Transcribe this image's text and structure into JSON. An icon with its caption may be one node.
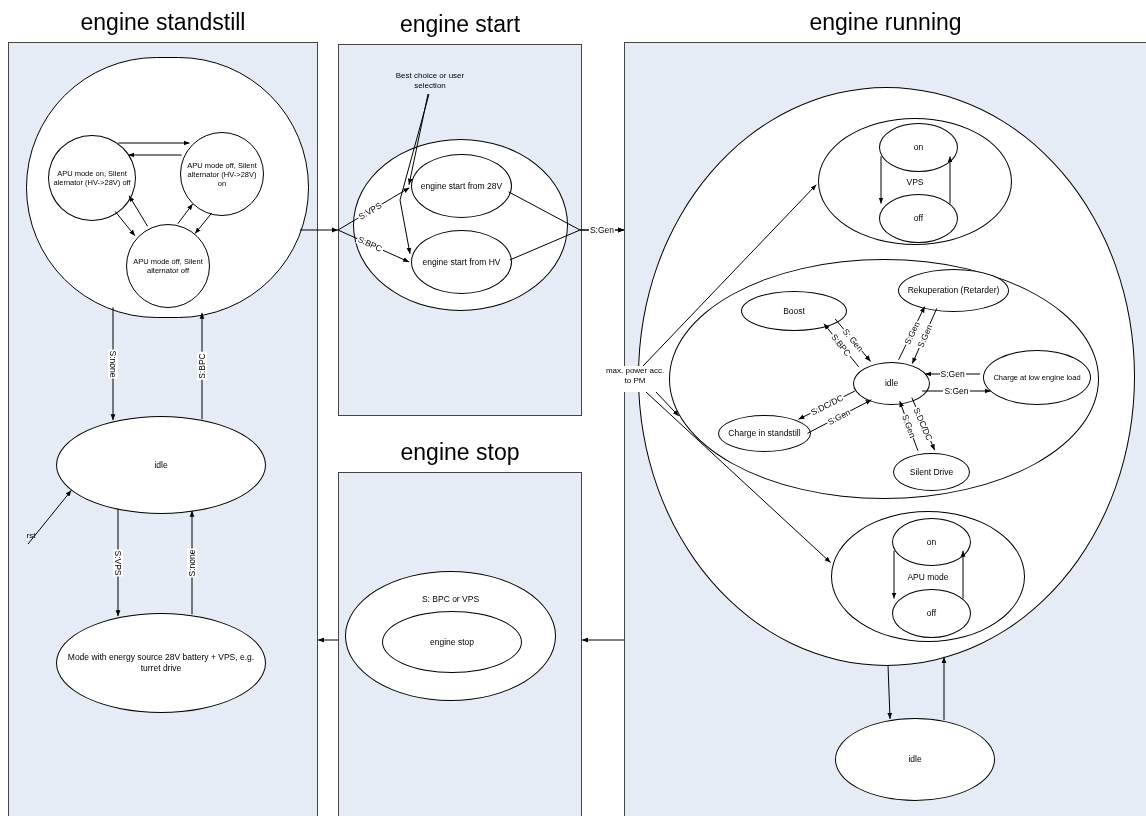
{
  "diagram": {
    "nodes": [
      {
        "text": [
          "engine standstill"
        ]
      },
      {
        "text": [],
        "shape": "circle",
        "in": 0
      },
      {
        "text": [
          "APU mode on, Silent alernator (HV->28V) off"
        ],
        "in": 1
      },
      {
        "text": [
          "APU mode off, Silent alternator (HV->28V) on"
        ],
        "in": 1
      },
      {
        "text": [
          "APU mode off, Silent alternator off"
        ],
        "in": 1
      },
      {
        "text": [
          "idle"
        ],
        "in": 0
      },
      {
        "text": [
          "Mode with energy source 28V battery + VPS, e.g. turret drive"
        ],
        "in": 0
      },
      {
        "text": [
          "rst"
        ],
        "in": 0
      },
      {
        "text": [
          "engine start"
        ]
      },
      {
        "text": [
          "Best choice or user selection"
        ],
        "in": 8
      },
      {
        "text": [],
        "shape": "ellipse",
        "in": 8
      },
      {
        "text": [
          "engine start from 28V"
        ],
        "in": 10
      },
      {
        "text": [
          "engine start from HV"
        ],
        "in": 10
      },
      {
        "text": [
          "engine stop"
        ]
      },
      {
        "text": [
          "S: BPC or VPS"
        ],
        "in": 13
      },
      {
        "text": [
          "engine stop"
        ],
        "in": 14
      },
      {
        "text": [
          "engine running"
        ]
      },
      {
        "text": [],
        "shape": "ellipse",
        "in": 16
      },
      {
        "text": [
          "VPS"
        ],
        "in": 17
      },
      {
        "text": [
          "on"
        ],
        "in": 18
      },
      {
        "text": [
          "off"
        ],
        "in": 18
      },
      {
        "text": [],
        "shape": "ellipse",
        "in": 17
      },
      {
        "text": [
          "Boost"
        ],
        "in": 21
      },
      {
        "text": [
          "Rekuperation (Retarder)"
        ],
        "in": 21
      },
      {
        "text": [
          "idle"
        ],
        "in": 21
      },
      {
        "text": [
          "Charge at low engine load"
        ],
        "in": 21
      },
      {
        "text": [
          "Charge in standstill"
        ],
        "in": 21
      },
      {
        "text": [
          "Silent Drive"
        ],
        "in": 21
      },
      {
        "text": [
          "APU mode"
        ],
        "in": 17
      },
      {
        "text": [
          "on"
        ],
        "in": 28
      },
      {
        "text": [
          "off"
        ],
        "in": 28
      },
      {
        "text": [
          "idle"
        ],
        "in": 16
      },
      {
        "text": [
          "max. power acc. to PM"
        ]
      }
    ],
    "edges": [
      {
        "from": 2,
        "to": 3,
        "arrow": "to"
      },
      {
        "from": 3,
        "to": 2,
        "arrow": "to"
      },
      {
        "from": 2,
        "to": 4,
        "arrow": "to"
      },
      {
        "from": 4,
        "to": 2,
        "arrow": "to"
      },
      {
        "from": 3,
        "to": 4,
        "arrow": "to"
      },
      {
        "from": 4,
        "to": 3,
        "arrow": "to"
      },
      {
        "from": 1,
        "to": 5,
        "arrow": "to",
        "label": "S:none"
      },
      {
        "from": 5,
        "to": 1,
        "arrow": "to",
        "label": "S:BPC"
      },
      {
        "from": 5,
        "to": 6,
        "arrow": "to",
        "label": "S:VPS"
      },
      {
        "from": 6,
        "to": 5,
        "arrow": "to",
        "label": "S:none"
      },
      {
        "from": 7,
        "to": 5,
        "arrow": "to"
      },
      {
        "from": 1,
        "to": 8,
        "arrow": "to"
      },
      {
        "from": 8,
        "to": 11,
        "arrow": "to",
        "label": "S:VPS"
      },
      {
        "from": 8,
        "to": 12,
        "arrow": "to",
        "label": "S:BPC"
      },
      {
        "from": 9,
        "to": 11,
        "arrow": "to"
      },
      {
        "from": 9,
        "to": 12,
        "arrow": "to"
      },
      {
        "from": 11,
        "to": 16,
        "arrow": "to",
        "label": "S:Gen"
      },
      {
        "from": 12,
        "to": 16,
        "arrow": "to"
      },
      {
        "from": 16,
        "to": 13,
        "arrow": "to"
      },
      {
        "from": 13,
        "to": 0,
        "arrow": "to"
      },
      {
        "from": 32,
        "to": 18,
        "arrow": "to"
      },
      {
        "from": 32,
        "to": 21,
        "arrow": "to"
      },
      {
        "from": 32,
        "to": 28,
        "arrow": "to"
      },
      {
        "from": 19,
        "to": 20,
        "arrow": "to"
      },
      {
        "from": 20,
        "to": 19,
        "arrow": "to"
      },
      {
        "from": 29,
        "to": 30,
        "arrow": "to"
      },
      {
        "from": 30,
        "to": 29,
        "arrow": "to"
      },
      {
        "from": 22,
        "to": 24,
        "arrow": "to",
        "label": "S: Gen"
      },
      {
        "from": 24,
        "to": 22,
        "arrow": "to",
        "label": "S:BPC"
      },
      {
        "from": 24,
        "to": 23,
        "arrow": "to",
        "label": "S:Gen"
      },
      {
        "from": 23,
        "to": 24,
        "arrow": "to",
        "label": "S:Gen"
      },
      {
        "from": 25,
        "to": 24,
        "arrow": "to",
        "label": "S:Gen"
      },
      {
        "from": 24,
        "to": 25,
        "arrow": "to",
        "label": "S:Gen"
      },
      {
        "from": 24,
        "to": 26,
        "arrow": "to",
        "label": "S:DC/DC"
      },
      {
        "from": 26,
        "to": 24,
        "arrow": "to",
        "label": "S:Gen"
      },
      {
        "from": 27,
        "to": 24,
        "arrow": "to",
        "label": "S:Gen"
      },
      {
        "from": 24,
        "to": 27,
        "arrow": "to",
        "label": "S:DC/DC"
      },
      {
        "from": 17,
        "to": 31,
        "arrow": "to"
      },
      {
        "from": 31,
        "to": 17,
        "arrow": "to"
      }
    ]
  }
}
